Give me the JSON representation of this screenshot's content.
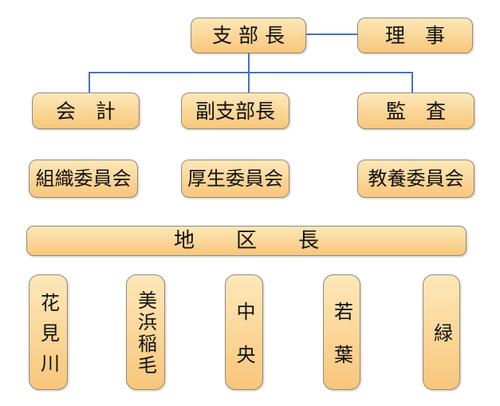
{
  "colors": {
    "background": "#FFFFFF",
    "box_fill_top": "#FDE8B9",
    "box_fill_bottom": "#F8C67A",
    "box_border": "#8E8A7E",
    "connector": "#4472C4",
    "text": "#111111"
  },
  "org": {
    "root": {
      "label": "支 部 長"
    },
    "advisor": {
      "label": "理　事"
    },
    "officers": [
      {
        "label": "会　計"
      },
      {
        "label": "副支部長"
      },
      {
        "label": "監　査"
      }
    ],
    "committees": [
      {
        "label": "組織委員会"
      },
      {
        "label": "厚生委員会"
      },
      {
        "label": "教養委員会"
      }
    ],
    "district_head": {
      "label": "地　区　長"
    },
    "districts": [
      {
        "label": "花見川"
      },
      {
        "label": "美浜稲毛"
      },
      {
        "label": "中央"
      },
      {
        "label": "若葉"
      },
      {
        "label": "緑"
      }
    ]
  }
}
